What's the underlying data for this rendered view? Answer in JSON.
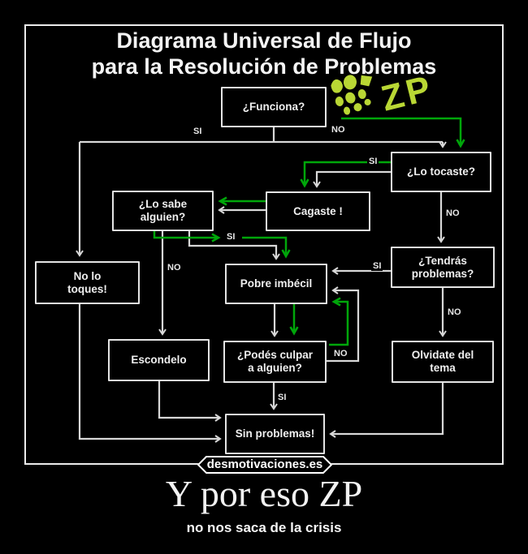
{
  "poster": {
    "title_line1": "Diagrama Universal de Flujo",
    "title_line2": "para la Resolución de Problemas",
    "graffiti_text": "ZP",
    "watermark": "desmotivaciones.es",
    "caption": "Y por eso ZP",
    "subcaption": "no nos saca de la crisis"
  },
  "colors": {
    "background": "#000000",
    "frame_border": "#ececec",
    "box_border": "#e4e4e4",
    "arrow_white": "#d8d8d8",
    "arrow_green": "#00a60a",
    "graffiti_green": "#b9d734",
    "text": "#f2f2f2"
  },
  "nodes": [
    {
      "id": "funciona",
      "label": "¿Funciona?"
    },
    {
      "id": "lo-tocaste",
      "label": "¿Lo tocaste?"
    },
    {
      "id": "lo-sabe-alguien",
      "label": "¿Lo sabe alguien?"
    },
    {
      "id": "cagaste",
      "label": "Cagaste !"
    },
    {
      "id": "no-lo-toques",
      "label": "No lo toques!"
    },
    {
      "id": "tendras-problemas",
      "label": "¿Tendrás problemas?"
    },
    {
      "id": "pobre-imbecil",
      "label": "Pobre imbécil"
    },
    {
      "id": "escondelo",
      "label": "Escondelo"
    },
    {
      "id": "podes-culpar",
      "label": "¿Podés culpar a alguien?"
    },
    {
      "id": "olvidate",
      "label": "Olvidate del tema"
    },
    {
      "id": "sin-problemas",
      "label": "Sin problemas!"
    }
  ],
  "edge_labels": [
    {
      "id": "funciona-si",
      "text": "SI"
    },
    {
      "id": "funciona-no",
      "text": "NO"
    },
    {
      "id": "tocaste-si",
      "text": "SI"
    },
    {
      "id": "tocaste-no",
      "text": "NO"
    },
    {
      "id": "sabe-si",
      "text": "SI"
    },
    {
      "id": "sabe-no",
      "text": "NO"
    },
    {
      "id": "tendras-si",
      "text": "SI"
    },
    {
      "id": "tendras-no",
      "text": "NO"
    },
    {
      "id": "culpar-no",
      "text": "NO"
    },
    {
      "id": "culpar-si",
      "text": "SI"
    }
  ]
}
